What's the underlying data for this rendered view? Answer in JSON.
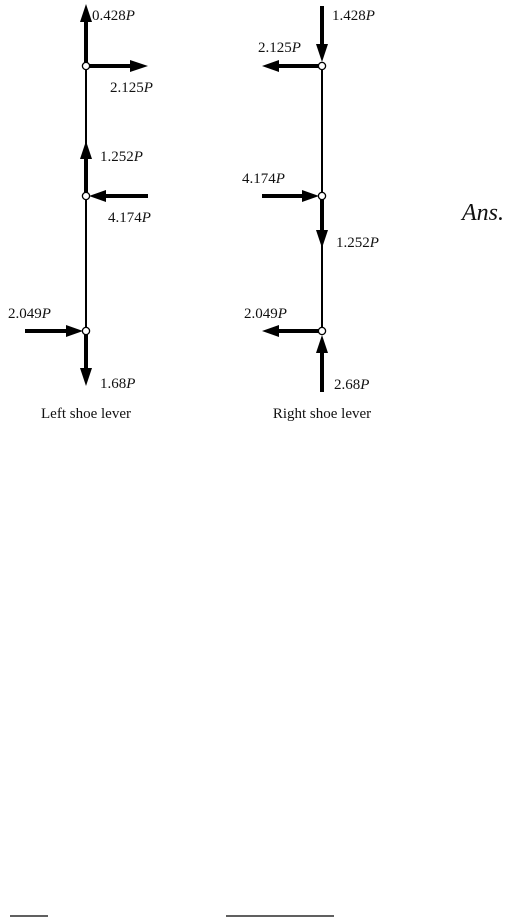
{
  "diagram": {
    "left_lever": {
      "caption": "Left shoe lever",
      "forces": [
        {
          "magnitude": "0.428",
          "unit": "P",
          "direction": "up"
        },
        {
          "magnitude": "2.125",
          "unit": "P",
          "direction": "right"
        },
        {
          "magnitude": "1.252",
          "unit": "P",
          "direction": "up"
        },
        {
          "magnitude": "4.174",
          "unit": "P",
          "direction": "left"
        },
        {
          "magnitude": "2.049",
          "unit": "P",
          "direction": "right"
        },
        {
          "magnitude": "1.68",
          "unit": "P",
          "direction": "down"
        }
      ]
    },
    "right_lever": {
      "caption": "Right shoe lever",
      "forces": [
        {
          "magnitude": "1.428",
          "unit": "P",
          "direction": "down"
        },
        {
          "magnitude": "2.125",
          "unit": "P",
          "direction": "left"
        },
        {
          "magnitude": "4.174",
          "unit": "P",
          "direction": "right"
        },
        {
          "magnitude": "1.252",
          "unit": "P",
          "direction": "down"
        },
        {
          "magnitude": "2.049",
          "unit": "P",
          "direction": "left"
        },
        {
          "magnitude": "2.68",
          "unit": "P",
          "direction": "up"
        }
      ]
    },
    "answer_label": "Ans."
  }
}
